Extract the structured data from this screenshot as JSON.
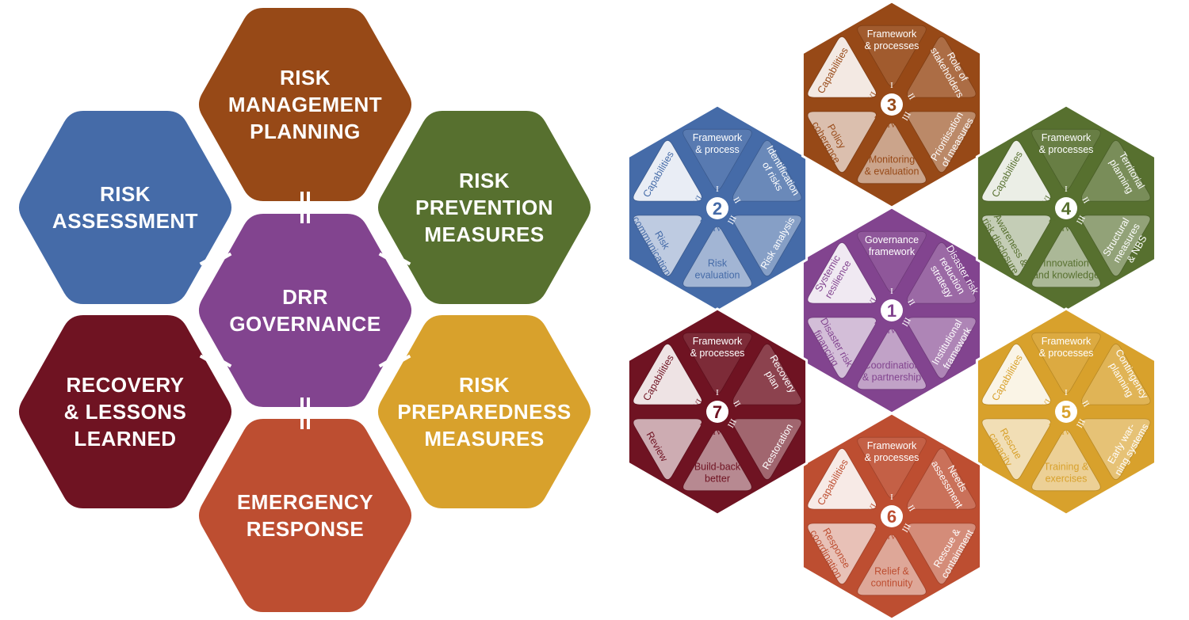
{
  "colors": {
    "assessment": "#456ba8",
    "management": "#974917",
    "prevention": "#57702f",
    "governance": "#82448f",
    "preparedness": "#d8a12c",
    "emergency": "#bd4e31",
    "recovery": "#6f1322"
  },
  "left_hexagons": [
    {
      "key": "management",
      "lines": [
        "RISK",
        "MANAGEMENT",
        "PLANNING"
      ]
    },
    {
      "key": "assessment",
      "lines": [
        "RISK",
        "ASSESSMENT"
      ]
    },
    {
      "key": "prevention",
      "lines": [
        "RISK",
        "PREVENTION",
        "MEASURES"
      ]
    },
    {
      "key": "governance",
      "lines": [
        "DRR",
        "GOVERNANCE"
      ]
    },
    {
      "key": "recovery",
      "lines": [
        "RECOVERY",
        "& LESSONS",
        "LEARNED"
      ]
    },
    {
      "key": "preparedness",
      "lines": [
        "RISK",
        "PREPAREDNESS",
        "MEASURES"
      ]
    },
    {
      "key": "emergency",
      "lines": [
        "EMERGENCY",
        "RESPONSE"
      ]
    }
  ],
  "roman_numerals": [
    "I",
    "II",
    "III",
    "IV",
    "V",
    "VI"
  ],
  "right_hexagons": [
    {
      "number": "1",
      "key": "governance",
      "segments": [
        [
          "Governance",
          "framework"
        ],
        [
          "Disaster risk",
          "reduction",
          "strategy"
        ],
        [
          "Institutional",
          "framework"
        ],
        [
          "Coordination",
          "& partnership"
        ],
        [
          "Disaster risk",
          "financing"
        ],
        [
          "Systemic",
          "resilience"
        ]
      ]
    },
    {
      "number": "2",
      "key": "assessment",
      "segments": [
        [
          "Framework",
          "& process"
        ],
        [
          "Identification",
          "of risks"
        ],
        [
          "Risk analysis"
        ],
        [
          "Risk",
          "evaluation"
        ],
        [
          "Risk",
          "communication"
        ],
        [
          "Capabilities"
        ]
      ]
    },
    {
      "number": "3",
      "key": "management",
      "segments": [
        [
          "Framework",
          "& processes"
        ],
        [
          "Role of",
          "stakeholders"
        ],
        [
          "Prioritisation",
          "of measures"
        ],
        [
          "Monitoring",
          "& evaluation"
        ],
        [
          "Policy",
          "coherence"
        ],
        [
          "Capabilities"
        ]
      ]
    },
    {
      "number": "4",
      "key": "prevention",
      "segments": [
        [
          "Framework",
          "& processes"
        ],
        [
          "Territorial",
          "planning"
        ],
        [
          "Structural",
          "measures",
          "& NBS"
        ],
        [
          "Innovation",
          "and knowledge"
        ],
        [
          "Awareness &",
          "risk disclosure"
        ],
        [
          "Capabilities"
        ]
      ]
    },
    {
      "number": "5",
      "key": "preparedness",
      "segments": [
        [
          "Framework",
          "& processes"
        ],
        [
          "Contingency",
          "planning"
        ],
        [
          "Early war-",
          "ning systems"
        ],
        [
          "Training &",
          "exercises"
        ],
        [
          "Rescue",
          "capacity"
        ],
        [
          "Capabilities"
        ]
      ]
    },
    {
      "number": "6",
      "key": "emergency",
      "segments": [
        [
          "Framework",
          "& processes"
        ],
        [
          "Needs",
          "assessment"
        ],
        [
          "Rescue &",
          "containment"
        ],
        [
          "Relief &",
          "continuity"
        ],
        [
          "Response",
          "coordination"
        ],
        [
          "Capabilities"
        ]
      ]
    },
    {
      "number": "7",
      "key": "recovery",
      "segments": [
        [
          "Framework",
          "& processes"
        ],
        [
          "Recovery",
          "plan"
        ],
        [
          "Restoration"
        ],
        [
          "Build-back",
          "better"
        ],
        [
          "Review"
        ],
        [
          "Capabilities"
        ]
      ]
    }
  ]
}
